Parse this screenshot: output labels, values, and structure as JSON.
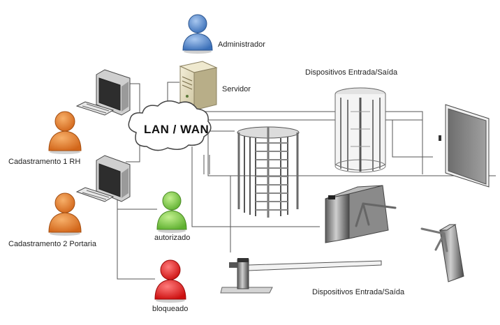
{
  "network": {
    "label": "LAN / WAN"
  },
  "labels": {
    "administrador": "Administrador",
    "servidor": "Servidor",
    "devices_top": "Dispositivos Entrada/Saída",
    "devices_bottom": "Dispositivos Entrada/Saída",
    "cadastro_rh": "Cadastramento 1 RH",
    "cadastro_portaria": "Cadastramento 2 Portaria",
    "autorizado": "autorizado",
    "bloqueado": "bloqueado"
  },
  "colors": {
    "admin": "#5a8fd0",
    "operator": "#e8832b",
    "authorized": "#7fcf4c",
    "blocked": "#e02525",
    "lines": "#555555"
  },
  "icons": [
    "user-icon",
    "server-icon",
    "computer-icon",
    "cloud-icon",
    "turnstile-icon",
    "door-icon",
    "barrier-gate-icon"
  ]
}
